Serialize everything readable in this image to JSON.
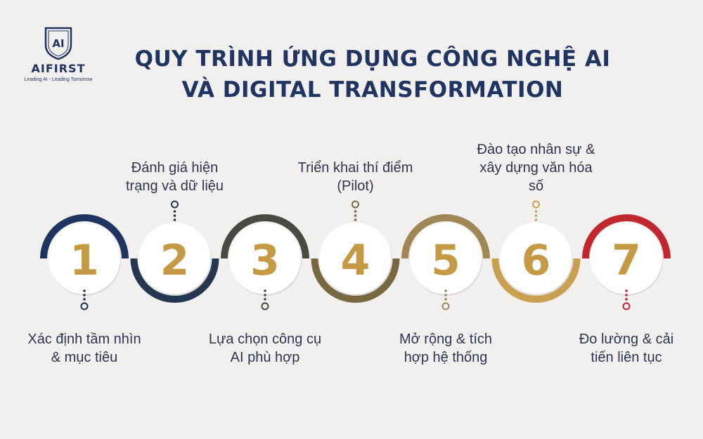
{
  "logo": {
    "mark": "AI",
    "name": "AIFIRST",
    "tagline": "Leading AI - Leading Tomorrow"
  },
  "title": {
    "line1": "QUY TRÌNH ỨNG DỤNG CÔNG NGHỆ AI",
    "line2": "VÀ DIGITAL TRANSFORMATION"
  },
  "steps": [
    {
      "number": "1",
      "label": "Xác định tầm nhìn & mục tiêu",
      "color": "#1f3460",
      "arc": "top",
      "label_side": "below"
    },
    {
      "number": "2",
      "label": "Đánh giá hiện trạng và dữ liệu",
      "color": "#253651",
      "arc": "bottom",
      "label_side": "above"
    },
    {
      "number": "3",
      "label": "Lựa chọn công cụ AI phù hợp",
      "color": "#4a4a42",
      "arc": "top",
      "label_side": "below"
    },
    {
      "number": "4",
      "label": "Triển khai thí điểm (Pilot)",
      "color": "#786842",
      "arc": "bottom",
      "label_side": "above"
    },
    {
      "number": "5",
      "label": "Mở rộng & tích hợp hệ thống",
      "color": "#a08755",
      "arc": "top",
      "label_side": "below"
    },
    {
      "number": "6",
      "label": "Đào tạo nhân sự & xây dựng văn hóa số",
      "color": "#c8a050",
      "arc": "bottom",
      "label_side": "above"
    },
    {
      "number": "7",
      "label": "Đo lường & cải tiến liên tục",
      "color": "#c0282e",
      "arc": "top",
      "label_side": "below"
    }
  ],
  "number_color": "#c49a45",
  "title_color": "#1f3460"
}
